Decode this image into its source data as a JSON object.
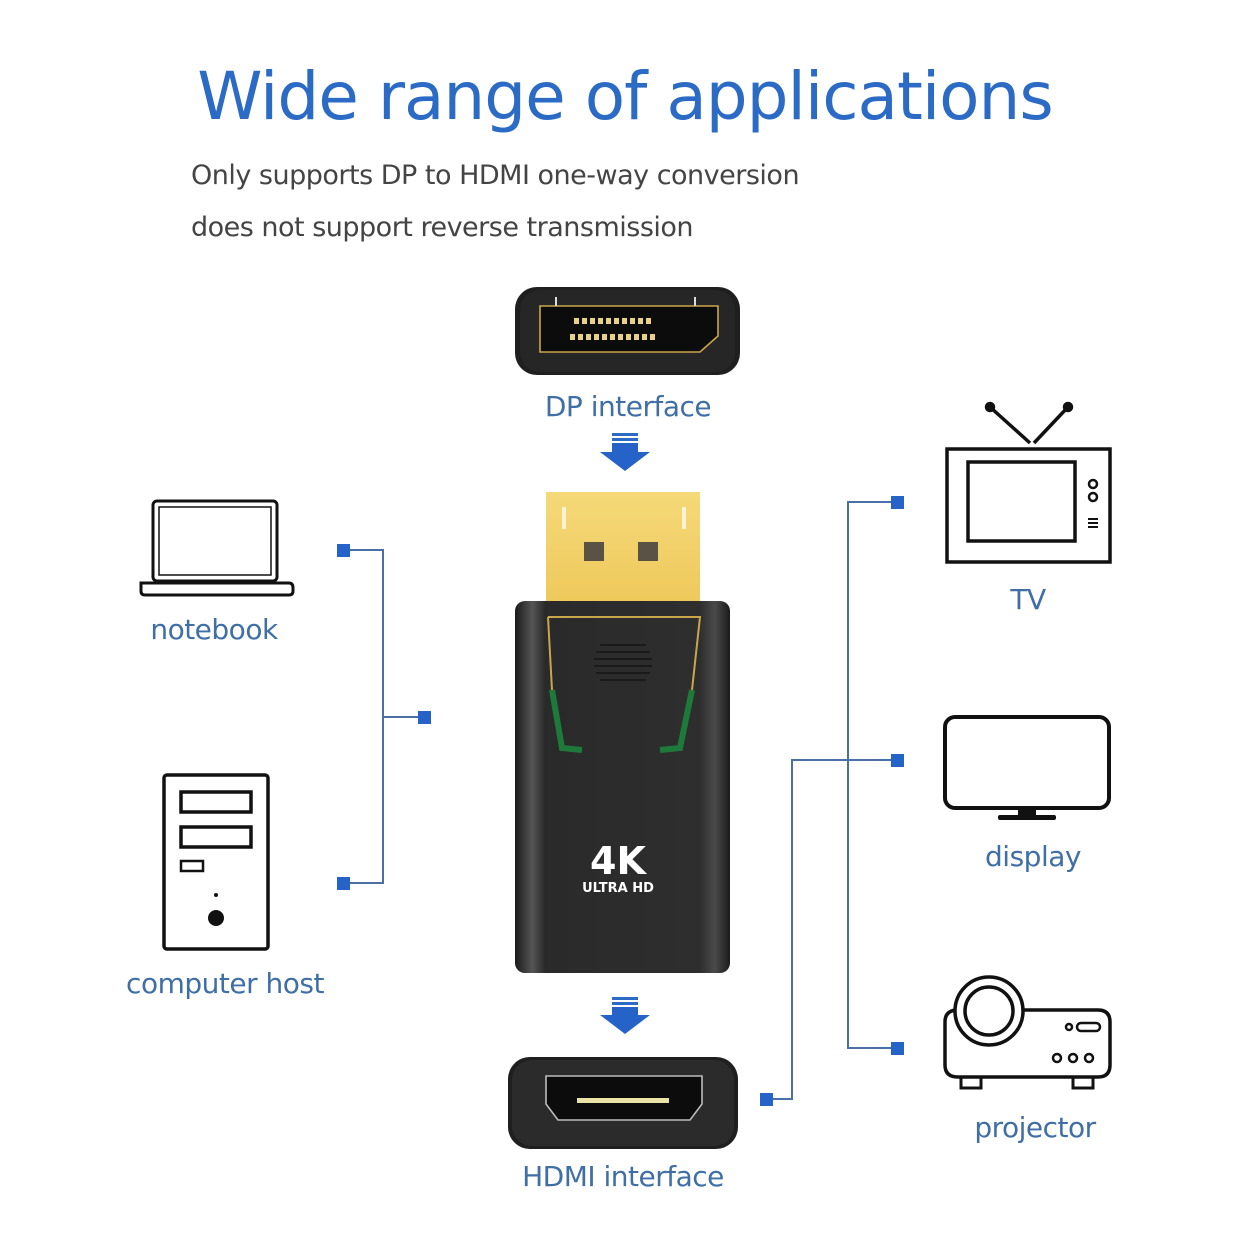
{
  "title": "Wide range of applications",
  "subtitle": {
    "line1": "Only supports DP to HDMI one-way conversion",
    "line2": "does not support reverse transmission"
  },
  "connectors": {
    "input": {
      "label": "DP interface",
      "icon": "displayport-connector-icon"
    },
    "output": {
      "label": "HDMI interface",
      "icon": "hdmi-connector-icon"
    }
  },
  "adapter": {
    "badge_main": "4K",
    "badge_sub": "ULTRA HD",
    "icon": "dp-to-hdmi-adapter-icon"
  },
  "sources": [
    {
      "label": "notebook",
      "icon": "laptop-icon"
    },
    {
      "label": "computer host",
      "icon": "desktop-tower-icon"
    }
  ],
  "destinations": [
    {
      "label": "TV",
      "icon": "tv-icon"
    },
    {
      "label": "display",
      "icon": "monitor-icon"
    },
    {
      "label": "projector",
      "icon": "projector-icon"
    }
  ],
  "colors": {
    "accent": "#2b6bc6",
    "connector_line": "#4a6fa5",
    "node": "#2563c9",
    "label": "#3f6fa6",
    "gold": "#f2d06a"
  }
}
